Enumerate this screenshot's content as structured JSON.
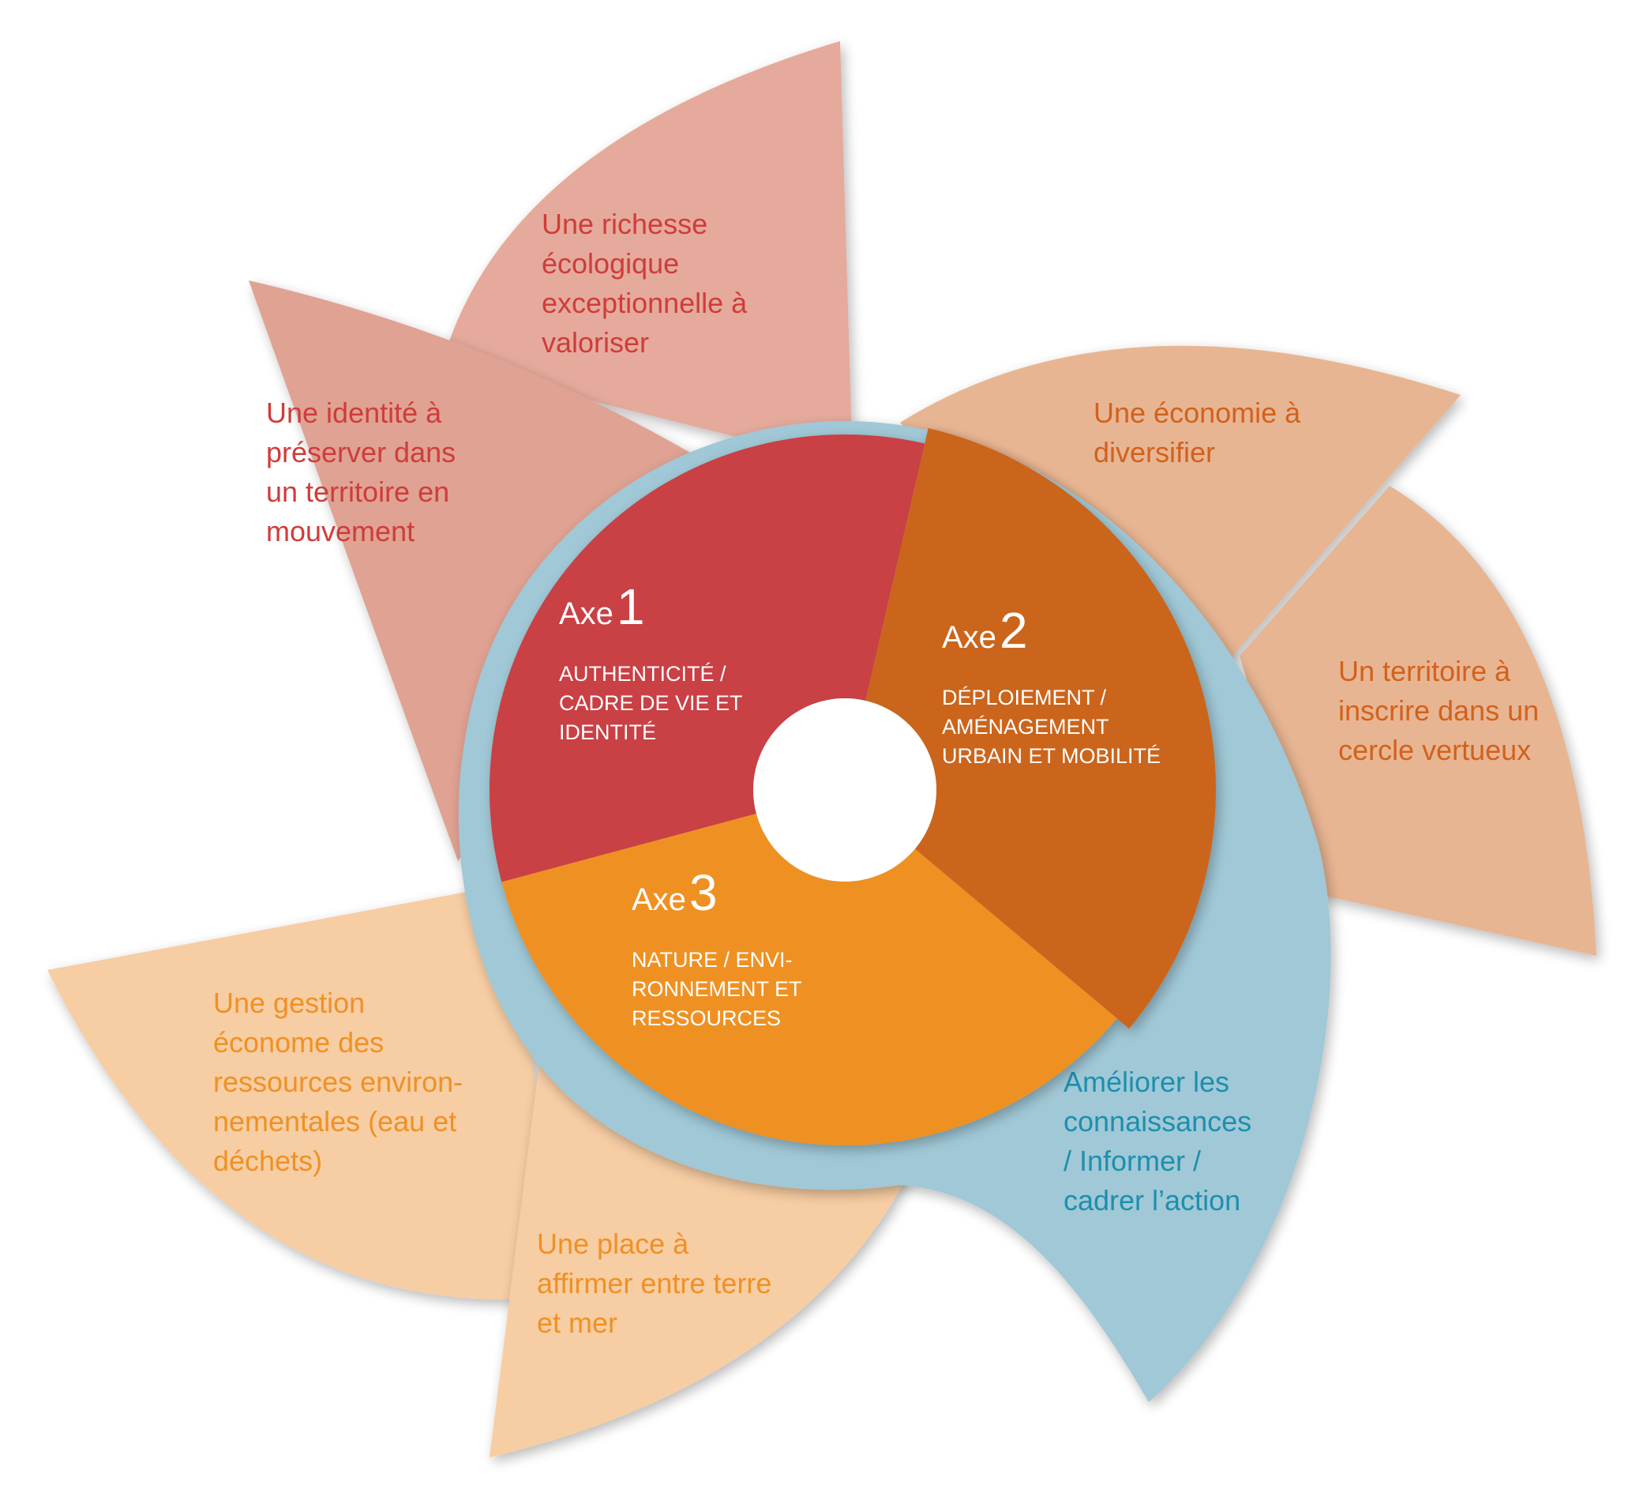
{
  "colors": {
    "petal_red": "#e5aa9c",
    "petal_red_dark": "#dfa293",
    "petal_orange": "#e8b592",
    "petal_light": "#f7cda3",
    "blue": "#a0c8d6",
    "blue_edge": "#8fbccb",
    "axe1": "#c94045",
    "axe2": "#cb651f",
    "axe3": "#ef9124",
    "text_red": "#cf3c3a",
    "text_orange": "#d2611c",
    "text_light": "#ef9124",
    "text_blue": "#1c8fae"
  },
  "petals": [
    {
      "id": "richesse",
      "color": "petal_red",
      "text_color": "text_red",
      "lines": [
        "Une richesse",
        "écologique",
        "exceptionnelle à",
        "valoriser"
      ]
    },
    {
      "id": "identite",
      "color": "petal_red_dark",
      "text_color": "text_red",
      "lines": [
        "Une identité à",
        "préserver dans",
        "un territoire en",
        "mouvement"
      ]
    },
    {
      "id": "economie",
      "color": "petal_orange",
      "text_color": "text_orange",
      "lines": [
        "Une économie à",
        "diversifier"
      ]
    },
    {
      "id": "territoire",
      "color": "petal_orange",
      "text_color": "text_orange",
      "lines": [
        "Un territoire à",
        "inscrire dans un",
        "cercle vertueux"
      ]
    },
    {
      "id": "gestion",
      "color": "petal_light",
      "text_color": "text_light",
      "lines": [
        "Une gestion",
        "économe des",
        "ressources environ-",
        "nementales (eau et",
        "déchets)"
      ]
    },
    {
      "id": "place",
      "color": "petal_light",
      "text_color": "text_light",
      "lines": [
        "Une place à",
        "affirmer entre terre",
        "et mer"
      ]
    }
  ],
  "knowledge": {
    "lines": [
      "Améliorer les",
      "connaissances",
      "/ Informer /",
      "cadrer l’action"
    ]
  },
  "axes": [
    {
      "id": "axe1",
      "word": "Axe",
      "number": "1",
      "lines": [
        "AUTHENTICITÉ /",
        "CADRE DE VIE ET",
        "IDENTITÉ"
      ]
    },
    {
      "id": "axe2",
      "word": "Axe",
      "number": "2",
      "lines": [
        "DÉPLOIEMENT /",
        "AMÉNAGEMENT",
        "URBAIN ET MOBILITÉ"
      ]
    },
    {
      "id": "axe3",
      "word": "Axe",
      "number": "3",
      "lines": [
        "NATURE / ENVI-",
        "RONNEMENT ET",
        "RESSOURCES"
      ]
    }
  ]
}
